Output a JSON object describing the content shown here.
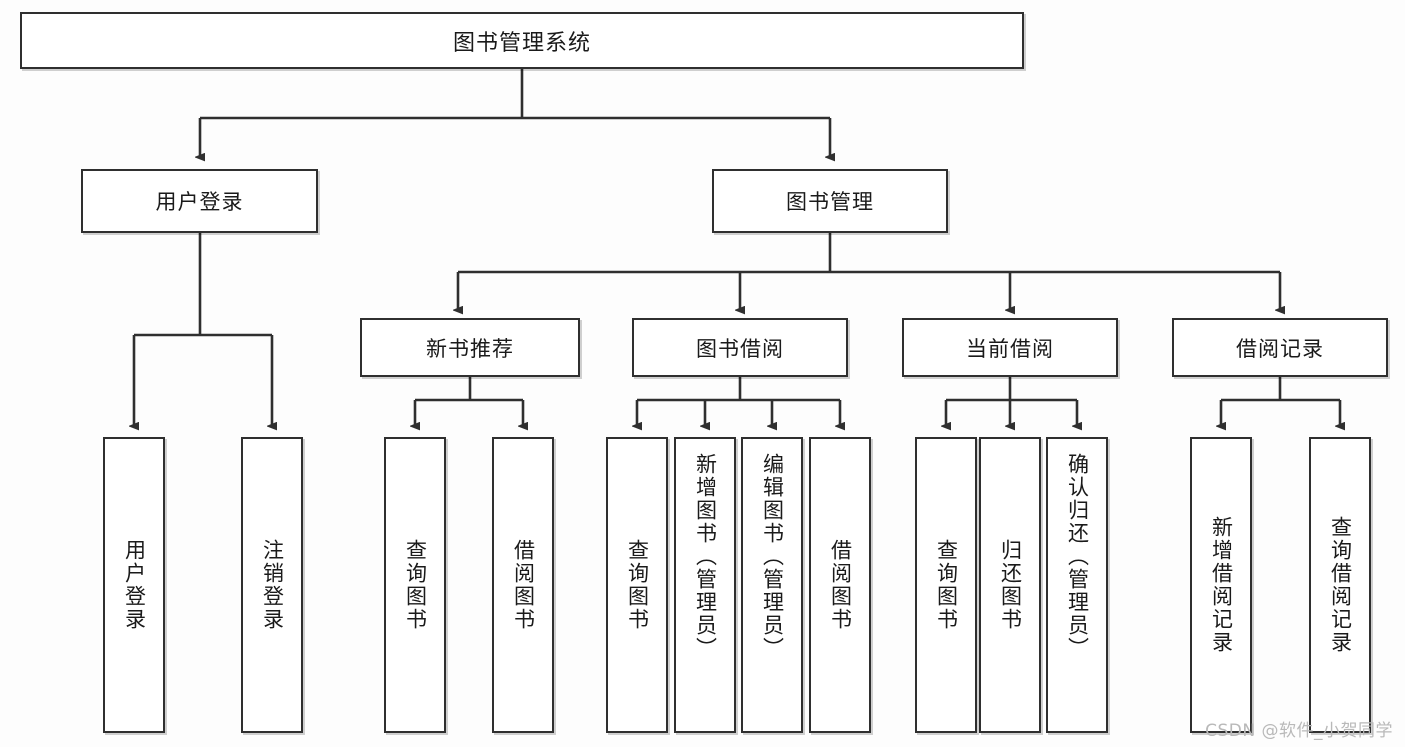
{
  "diagram": {
    "type": "tree",
    "title": "图书管理系统",
    "watermark": "CSDN @软件_小贺同学",
    "colors": {
      "background": "#fdfdfd",
      "node_fill": "#ffffff",
      "node_border": "#2f2f2f",
      "connector": "#2f2f2f",
      "text": "#1a1a1a",
      "watermark": "#b9b9b9"
    },
    "levels": {
      "root": {
        "label": "图书管理系统"
      },
      "level1": [
        {
          "label": "用户登录"
        },
        {
          "label": "图书管理"
        }
      ],
      "level2": [
        {
          "label": "新书推荐"
        },
        {
          "label": "图书借阅"
        },
        {
          "label": "当前借阅"
        },
        {
          "label": "借阅记录"
        }
      ],
      "leaves": {
        "user_login": [
          {
            "label": "用户登录"
          },
          {
            "label": "注销登录"
          }
        ],
        "new_book_recommend": [
          {
            "label": "查询图书"
          },
          {
            "label": "借阅图书"
          }
        ],
        "book_borrow": [
          {
            "label": "查询图书"
          },
          {
            "label": "新增图书（管理员）"
          },
          {
            "label": "编辑图书（管理员）"
          },
          {
            "label": "借阅图书"
          }
        ],
        "current_borrow": [
          {
            "label": "查询图书"
          },
          {
            "label": "归还图书"
          },
          {
            "label": "确认归还（管理员）"
          }
        ],
        "borrow_record": [
          {
            "label": "新增借阅记录"
          },
          {
            "label": "查询借阅记录"
          }
        ]
      }
    }
  }
}
